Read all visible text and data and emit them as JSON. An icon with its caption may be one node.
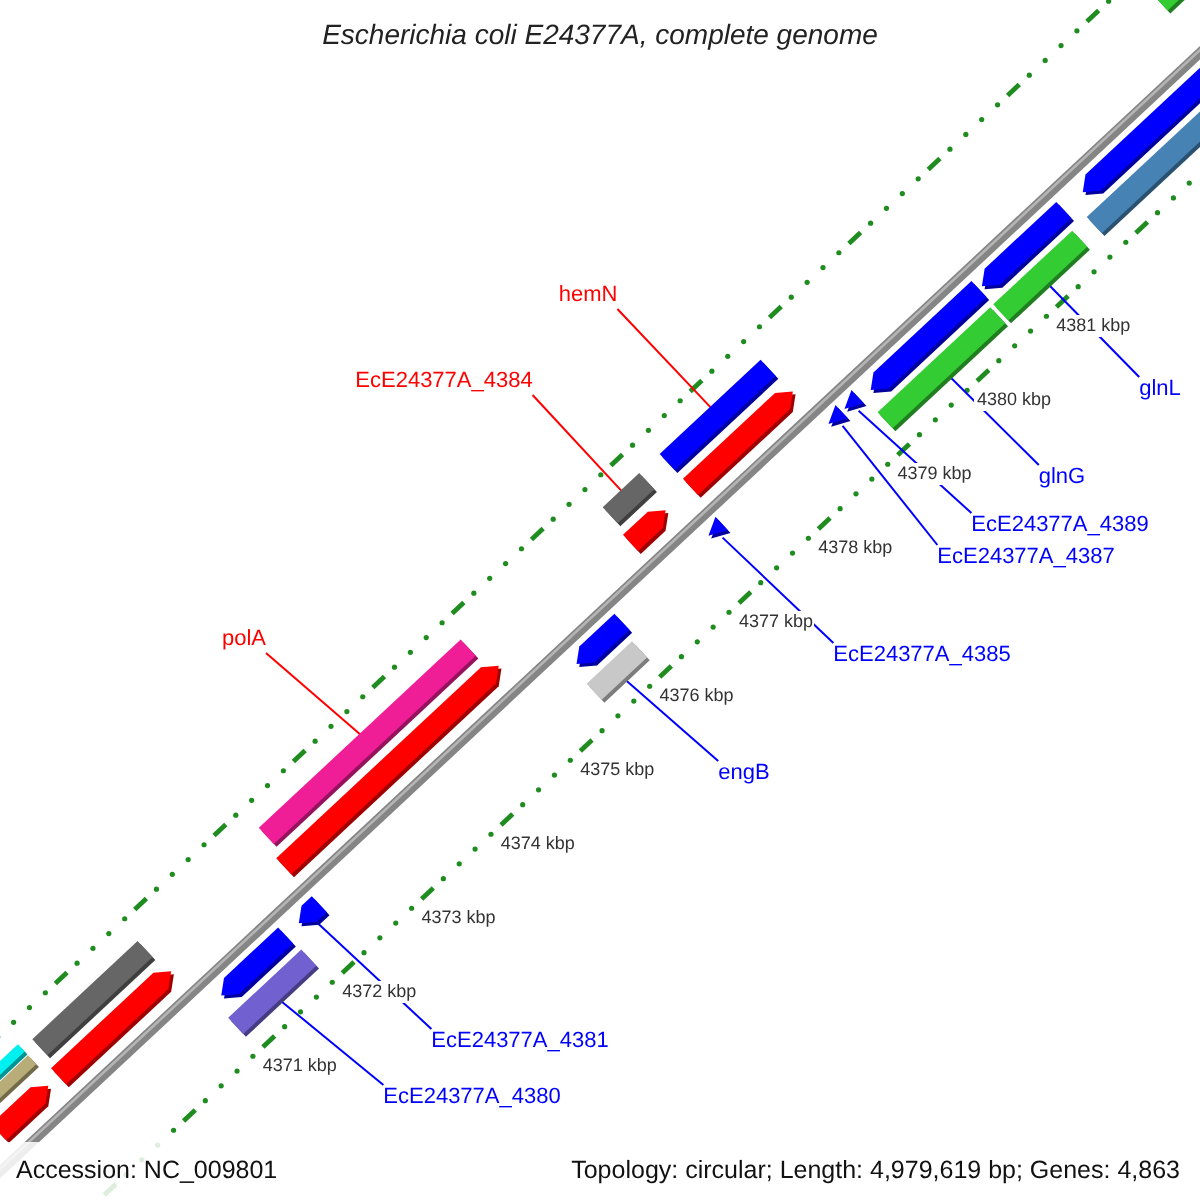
{
  "diagram": {
    "title": "Escherichia coli E24377A, complete genome",
    "nodes": [
      {
        "text": [
          "hemN"
        ]
      },
      {
        "text": [],
        "shape": "bar"
      },
      {
        "text": [
          "EcE24377A_4384"
        ]
      },
      {
        "text": [],
        "shape": "bar"
      },
      {
        "text": [
          "polA"
        ]
      },
      {
        "text": [],
        "shape": "bar"
      },
      {
        "text": [
          "engB"
        ]
      },
      {
        "text": [],
        "shape": "bar"
      },
      {
        "text": [
          "EcE24377A_4385"
        ]
      },
      {
        "text": [],
        "shape": "triangle"
      },
      {
        "text": [
          "EcE24377A_4387"
        ]
      },
      {
        "text": [],
        "shape": "triangle"
      },
      {
        "text": [
          "EcE24377A_4389"
        ]
      },
      {
        "text": [],
        "shape": "triangle"
      },
      {
        "text": [
          "glnG"
        ]
      },
      {
        "text": [],
        "shape": "bar"
      },
      {
        "text": [
          "glnL"
        ]
      },
      {
        "text": [],
        "shape": "bar"
      },
      {
        "text": [
          "EcE24377A_4381"
        ]
      },
      {
        "text": [],
        "shape": "bar"
      },
      {
        "text": [
          "EcE24377A_4380"
        ]
      },
      {
        "text": [],
        "shape": "bar"
      }
    ],
    "edges": [
      {
        "from": 0,
        "to": 1,
        "arrow": "none",
        "color": "#ff0000"
      },
      {
        "from": 2,
        "to": 3,
        "arrow": "none",
        "color": "#ff0000"
      },
      {
        "from": 4,
        "to": 5,
        "arrow": "none",
        "color": "#ff0000"
      },
      {
        "from": 6,
        "to": 7,
        "arrow": "none"
      },
      {
        "from": 8,
        "to": 9,
        "arrow": "none"
      },
      {
        "from": 10,
        "to": 11,
        "arrow": "none"
      },
      {
        "from": 12,
        "to": 13,
        "arrow": "none"
      },
      {
        "from": 14,
        "to": 15,
        "arrow": "none"
      },
      {
        "from": 16,
        "to": 17,
        "arrow": "none"
      },
      {
        "from": 18,
        "to": 19,
        "arrow": "none"
      },
      {
        "from": 20,
        "to": 21,
        "arrow": "none"
      }
    ],
    "labels": [
      "4381 kbp",
      "4380 kbp",
      "4379 kbp",
      "4378 kbp",
      "4377 kbp",
      "4376 kbp",
      "4375 kbp",
      "4374 kbp",
      "4373 kbp",
      "4372 kbp",
      "4371 kbp",
      "Accession: NC_009801",
      "Topology: circular; Length: 4,979,619 bp; Genes: 4,863"
    ]
  }
}
